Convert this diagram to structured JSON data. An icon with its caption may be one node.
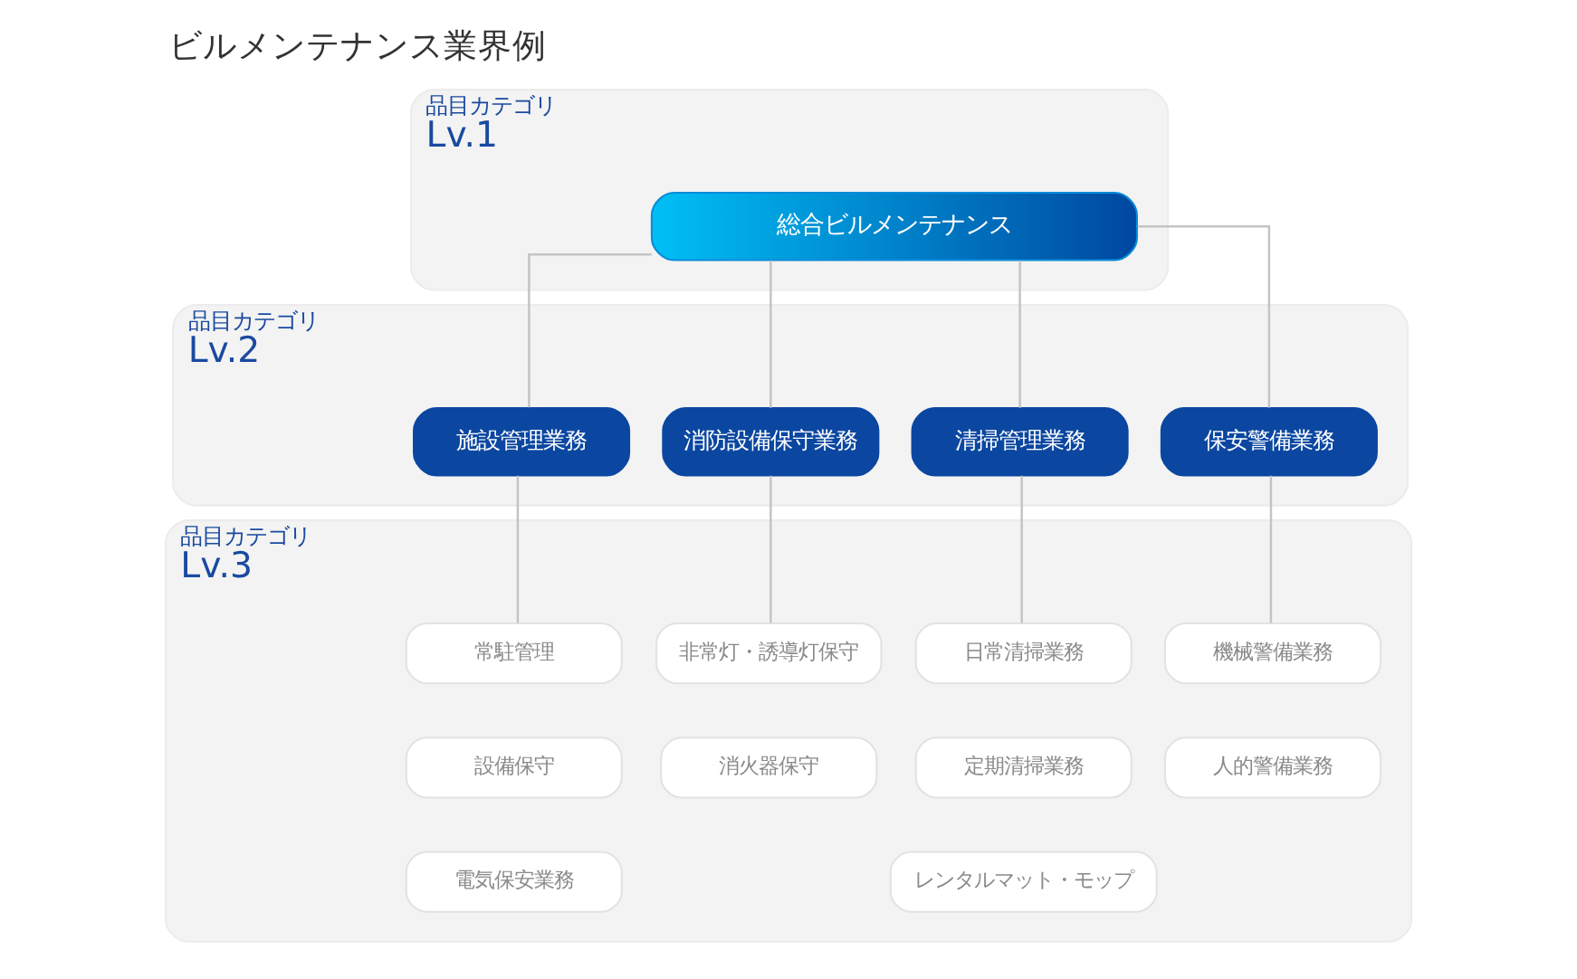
{
  "diagram": {
    "title": "ビルメンテナンス業界例",
    "nodes": [
      {
        "text": [
          "品目カテゴリ",
          "Lv.1"
        ]
      },
      {
        "text": [
          "総合ビルメンテナンス"
        ],
        "in": 0
      },
      {
        "text": [
          "品目カテゴリ",
          "Lv.2"
        ]
      },
      {
        "text": [
          "施設管理業務"
        ],
        "in": 2
      },
      {
        "text": [
          "消防設備保守業務"
        ],
        "in": 2
      },
      {
        "text": [
          "清掃管理業務"
        ],
        "in": 2
      },
      {
        "text": [
          "保安警備業務"
        ],
        "in": 2
      },
      {
        "text": [
          "品目カテゴリ",
          "Lv.3"
        ]
      },
      {
        "text": [
          "常駐管理"
        ],
        "in": 7
      },
      {
        "text": [
          "設備保守"
        ],
        "in": 7
      },
      {
        "text": [
          "電気保安業務"
        ],
        "in": 7
      },
      {
        "text": [
          "非常灯・誘導灯保守"
        ],
        "in": 7
      },
      {
        "text": [
          "消火器保守"
        ],
        "in": 7
      },
      {
        "text": [
          "日常清掃業務"
        ],
        "in": 7
      },
      {
        "text": [
          "定期清掃業務"
        ],
        "in": 7
      },
      {
        "text": [
          "レンタルマット・モップ"
        ],
        "in": 7
      },
      {
        "text": [
          "機械警備業務"
        ],
        "in": 7
      },
      {
        "text": [
          "人的警備業務"
        ],
        "in": 7
      }
    ],
    "edges": [
      {
        "from": 1,
        "to": 3,
        "arrow": "none"
      },
      {
        "from": 1,
        "to": 4,
        "arrow": "none"
      },
      {
        "from": 1,
        "to": 5,
        "arrow": "none"
      },
      {
        "from": 1,
        "to": 6,
        "arrow": "none"
      },
      {
        "from": 3,
        "to": 8,
        "arrow": "none"
      },
      {
        "from": 4,
        "to": 11,
        "arrow": "none"
      },
      {
        "from": 5,
        "to": 13,
        "arrow": "none"
      },
      {
        "from": 6,
        "to": 16,
        "arrow": "none"
      }
    ]
  }
}
